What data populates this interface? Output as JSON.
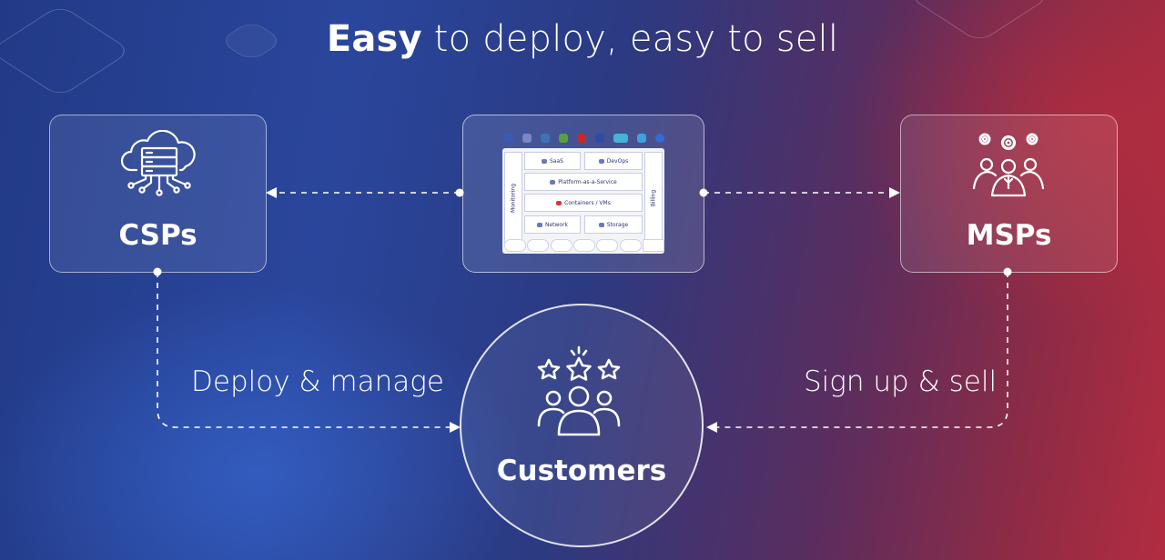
{
  "title": {
    "bold": "Easy",
    "rest": " to deploy, easy to sell"
  },
  "nodes": {
    "csps": {
      "label": "CSPs",
      "icon": "cloud-server-icon"
    },
    "msps": {
      "label": "MSPs",
      "icon": "team-gears-icon"
    },
    "customers": {
      "label": "Customers",
      "icon": "rated-customers-icon"
    },
    "platform": {
      "icon": "platform-stack-diagram",
      "side_left": "Monitoring",
      "side_right": "Billing",
      "blocks": {
        "saas": "SaaS",
        "devops": "DevOps",
        "paas": "Platform-as-a-Service",
        "containers": "Containers / VMs",
        "network": "Network",
        "storage": "Storage"
      }
    }
  },
  "flows": {
    "left": "Deploy & manage",
    "right": "Sign up & sell"
  },
  "colors": {
    "background_left": "#2a469c",
    "background_right": "#b22c40",
    "line": "#ffffff"
  }
}
